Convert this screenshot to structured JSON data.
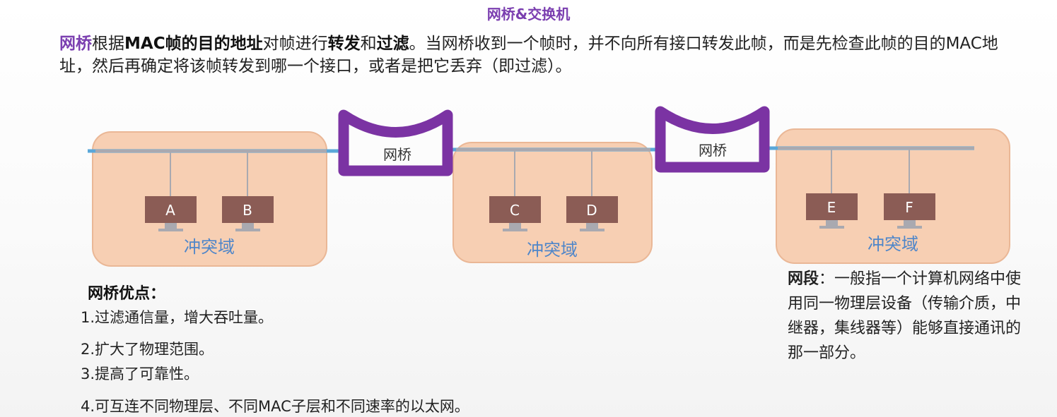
{
  "title": "网桥&交换机",
  "intro": {
    "p1": "网桥",
    "p2": "根据",
    "p3": "MAC帧的目的地址",
    "p4": "对帧进行",
    "p5": "转发",
    "p6": "和",
    "p7": "过滤",
    "p8": "。当网桥收到一个帧时，并不向所有接口转发此帧，而是先检查此帧的目的MAC地址，然后再确定将该帧转发到哪一个接口，或者是把它丢弃（即过滤）。"
  },
  "diagram": {
    "bridges": [
      "网桥",
      "网桥"
    ],
    "hosts": [
      "A",
      "B",
      "C",
      "D",
      "E",
      "F"
    ],
    "domains": [
      "冲突域",
      "冲突域",
      "冲突域"
    ],
    "colors": {
      "domain_fill": "#f7cfb3",
      "domain_stroke": "#eab796",
      "bridge": "#7b33a3",
      "bus": "#5aa7d9",
      "host": "#8b5c55",
      "domain_label": "#4f86c9"
    }
  },
  "advantages": {
    "title": "网桥优点：",
    "items": [
      "1.过滤通信量，增大吞吐量。",
      "2.扩大了物理范围。",
      "3.提高了可靠性。",
      "4.可互连不同物理层、不同MAC子层和不同速率的以太网。"
    ]
  },
  "segment": {
    "label": "网段",
    "text": "：一般指一个计算机网络中使用同一物理层设备（传输介质，中继器，集线器等）能够直接通讯的那一部分。"
  }
}
